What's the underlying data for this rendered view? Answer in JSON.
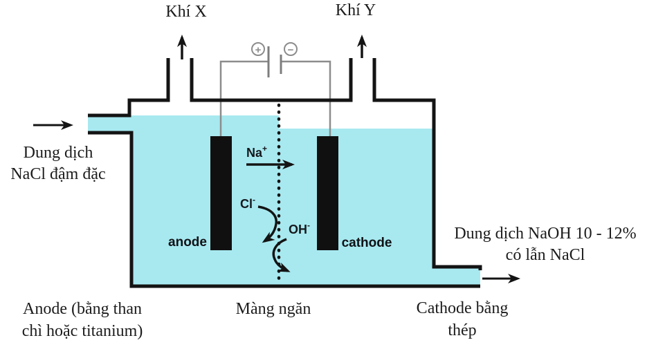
{
  "labels": {
    "gas_x": "Khí X",
    "gas_y": "Khí Y",
    "feed_line1": "Dung dịch",
    "feed_line2": "NaCl đậm đặc",
    "product_line1": "Dung dịch NaOH 10 - 12%",
    "product_line2": "có lẫn NaCl",
    "anode_electrode": "anode",
    "cathode_electrode": "cathode",
    "anode_caption_line1": "Anode (bằng than",
    "anode_caption_line2": "chì hoặc titanium)",
    "membrane_caption": "Màng ngăn",
    "cathode_caption_line1": "Cathode bằng",
    "cathode_caption_line2": "thép",
    "battery_positive": "+",
    "battery_negative": "−"
  },
  "ions": {
    "sodium": {
      "base": "Na",
      "charge": "+"
    },
    "chloride": {
      "base": "Cl",
      "charge": "-"
    },
    "hydroxide": {
      "base": "OH",
      "charge": "-"
    }
  },
  "colors": {
    "liquid": "#a8e9f0",
    "wall": "#141414",
    "electrode": "#101010",
    "wire": "#8c8c8c",
    "text": "#1c1c1c"
  }
}
